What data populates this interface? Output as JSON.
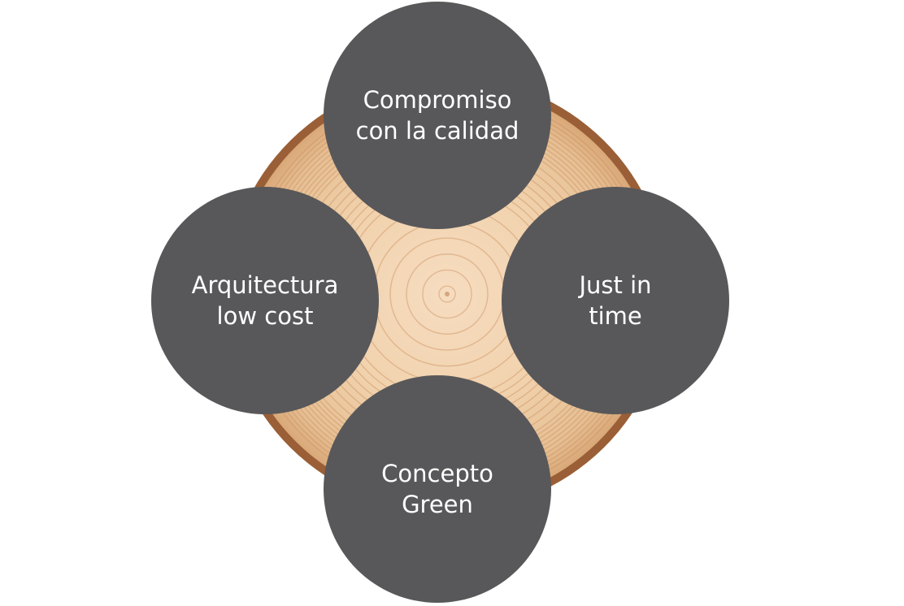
{
  "colors": {
    "circle_fill": "#58585a",
    "text": "#ffffff",
    "wood_light": "#f3d9b8",
    "wood_mid": "#e2b98d",
    "wood_ring": "#c98f5f",
    "bark": "#9a5f36"
  },
  "background_image": "wood-cross-section-icon",
  "nodes": {
    "top": {
      "line1": "Compromiso",
      "line2": "con la calidad"
    },
    "left": {
      "line1": "Arquitectura",
      "line2": "low cost"
    },
    "right": {
      "line1": "Just in",
      "line2": "time"
    },
    "bottom": {
      "line1": "Concepto",
      "line2": "Green"
    }
  }
}
